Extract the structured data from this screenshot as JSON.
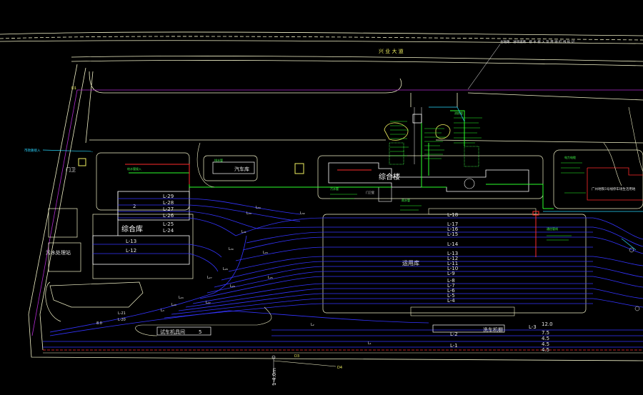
{
  "colors": {
    "background": "#000000",
    "road": "#f2f2c8",
    "building": "#ffffff",
    "track": "#3434ff",
    "track_label": "#2ad4ff",
    "pipe_green": "#2bff2b",
    "pipe_purple": "#b02bd0",
    "pipe_red": "#ff2b2b",
    "cyan": "#29d9ff"
  },
  "labels": {
    "highway": "兴 业 大 道",
    "top_note": "主轴路、进场道路、接 水 接 入 及 用 地 红 线 标 记",
    "gate": "门卫",
    "sewage": "污水处理站",
    "warehouse": "综合库",
    "car_garage": "汽车库",
    "office": "综合楼",
    "depot": "运用库",
    "test_line": "试车机具间",
    "wash_shed": "洗车机棚",
    "right_building": "广州地铁5号线停车场生活用地",
    "left_vert_note": "市政路接入",
    "dim_bottom": "1-4.0m",
    "gate_mark": "D1",
    "bottom_mark_1": "D3",
    "bottom_mark_2": "D4",
    "office_sub": "门卫室"
  },
  "warehouse_tracks": [
    "L-29",
    "L-28",
    "L-27",
    "L-26",
    "L-25",
    "L-24",
    "L-13",
    "L-12"
  ],
  "warehouse_num": "2",
  "depot_tracks": [
    "L-18",
    "L-17",
    "L-16",
    "L-15",
    "L-14",
    "L-13",
    "L-12",
    "L-11",
    "L-10",
    "L-9",
    "L-8",
    "L-7",
    "L-6",
    "L-5",
    "L-4"
  ],
  "bottom_tracks": [
    "L-3",
    "L-2",
    "L-1"
  ],
  "dimensions": [
    "12.0",
    "7.5",
    "4.5",
    "4.5",
    "4.5"
  ],
  "switch_labels": [
    "L₃₄",
    "L₃₃",
    "L₃₂",
    "L₃₁",
    "L₃₀",
    "L₂₉",
    "L₂₈",
    "L₂₇",
    "L₂₆",
    "L₂₅",
    "L₂₄",
    "L₂₃",
    "L₂₂",
    "L-21",
    "L-20",
    "L₃",
    "L₂",
    "L₁",
    "8.0",
    "5"
  ],
  "pipe_notes": [
    "给水管接入",
    "排水管",
    "污水管",
    "雨水管",
    "消防管",
    "电力电缆",
    "通信管线"
  ]
}
